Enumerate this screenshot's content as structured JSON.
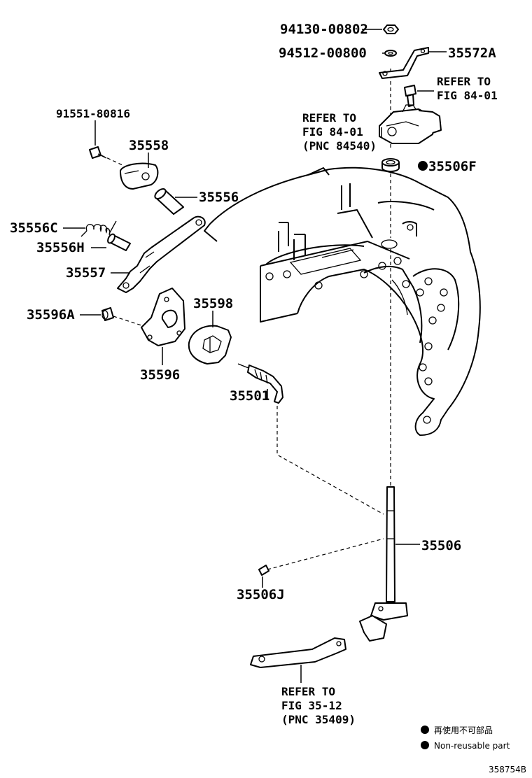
{
  "labels": {
    "p94130": "94130-00802",
    "p94512": "94512-00800",
    "p35572A": "35572A",
    "ref84_1_l1": "REFER TO",
    "ref84_1_l2": "FIG 84-01",
    "ref84_2_l1": "REFER TO",
    "ref84_2_l2": "FIG 84-01",
    "ref84_2_l3": "(PNC 84540)",
    "p91551": "91551-80816",
    "p35558": "35558",
    "p35506F": "35506F",
    "p35556": "35556",
    "p35556C": "35556C",
    "p35556H": "35556H",
    "p35557": "35557",
    "p35596A": "35596A",
    "p35598": "35598",
    "p35596": "35596",
    "p35501": "35501",
    "p35506": "35506",
    "p35506J": "35506J",
    "ref35_l1": "REFER TO",
    "ref35_l2": "FIG 35-12",
    "ref35_l3": "(PNC 35409)"
  },
  "legend": {
    "jp": "再使用不可部品",
    "en": "Non-reusable part",
    "color": "#000000"
  },
  "figure_code": "358754B"
}
